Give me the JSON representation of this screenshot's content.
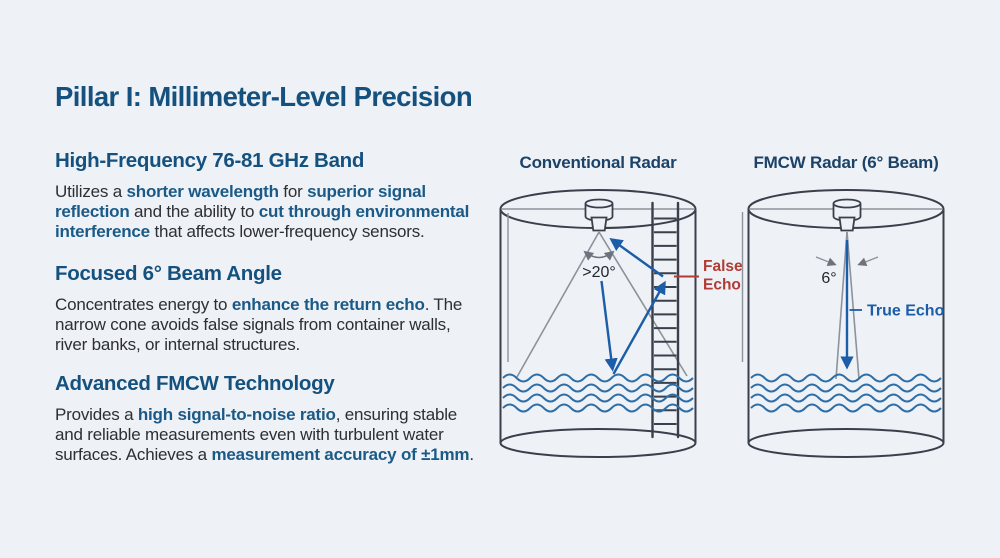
{
  "colors": {
    "bg": "#eef1f5",
    "title": "#15517f",
    "hl": "#1b5a87",
    "body": "#2c2f33",
    "navy": "#1c4268",
    "ink": "#23272e",
    "outline": "#39404b",
    "gray": "#8d939c",
    "blue": "#1b5da8",
    "water": "#2e6ea7",
    "red": "#b23b35"
  },
  "title": "Pillar I: Millimeter-Level Precision",
  "sections": [
    {
      "heading": "High-Frequency 76-81 GHz Band",
      "body": [
        {
          "t": "Utilizes a "
        },
        {
          "t": "shorter wavelength",
          "b": true
        },
        {
          "t": " for "
        },
        {
          "t": "superior signal",
          "b": true
        },
        {
          "br": true
        },
        {
          "t": "reflection",
          "b": true
        },
        {
          "t": " and the ability to "
        },
        {
          "t": "cut through environmental",
          "b": true
        },
        {
          "br": true
        },
        {
          "t": "interference",
          "b": true
        },
        {
          "t": " that affects lower-frequency sensors."
        }
      ]
    },
    {
      "heading": "Focused 6° Beam Angle",
      "body": [
        {
          "t": "Concentrates energy to "
        },
        {
          "t": "enhance the return echo",
          "b": true
        },
        {
          "t": ". The"
        },
        {
          "br": true
        },
        {
          "t": "narrow cone avoids false signals from container walls,"
        },
        {
          "br": true
        },
        {
          "t": "river banks, or internal structures."
        }
      ]
    },
    {
      "heading": "Advanced FMCW Technology",
      "body": [
        {
          "t": "Provides a "
        },
        {
          "t": "high signal-to-noise ratio",
          "b": true
        },
        {
          "t": ", ensuring stable"
        },
        {
          "br": true
        },
        {
          "t": "and reliable measurements even with turbulent water"
        },
        {
          "br": true
        },
        {
          "t": "surfaces. Achieves a "
        },
        {
          "t": "measurement accuracy of ±1mm",
          "b": true
        },
        {
          "t": "."
        }
      ]
    }
  ],
  "diagrams": {
    "conventional": {
      "title": "Conventional Radar",
      "angle_label": ">20°",
      "false_echo": [
        "False",
        "Echo"
      ]
    },
    "fmcw": {
      "title": "FMCW Radar (6° Beam)",
      "angle_label": "6°",
      "true_echo_label": "True Echo"
    }
  }
}
